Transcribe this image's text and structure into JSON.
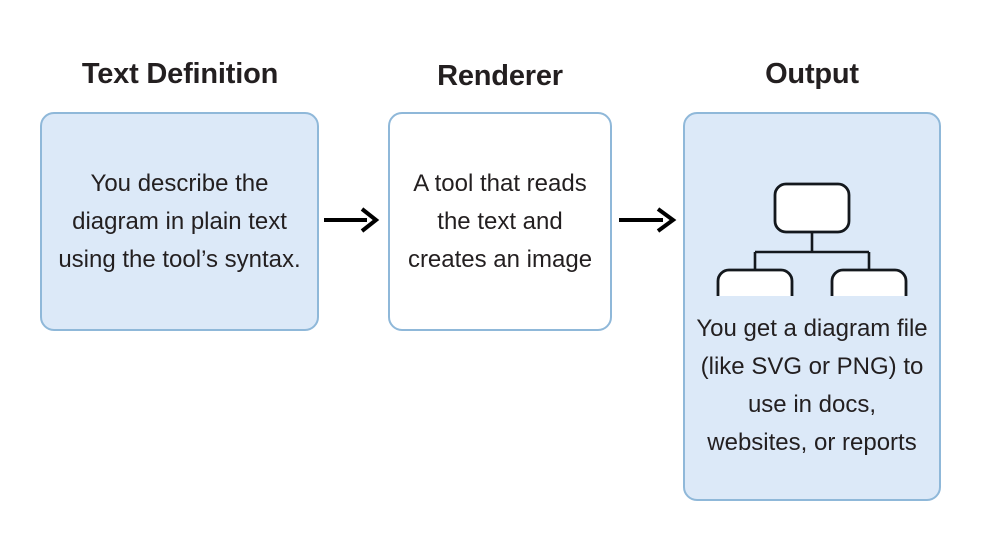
{
  "diagram": {
    "type": "flow",
    "background": "#ffffff",
    "accent_fill": "#dce9f8",
    "accent_border": "#8fb8d9",
    "text_color": "#231f20",
    "stages": [
      {
        "id": "text-definition",
        "title": "Text Definition",
        "body": "You describe the diagram in plain text using the tool’s syntax.",
        "fill": "filled"
      },
      {
        "id": "renderer",
        "title": "Renderer",
        "body": "A tool that reads the text and creates an image",
        "fill": "plain"
      },
      {
        "id": "output",
        "title": "Output",
        "body": "You get a diagram file (like SVG or PNG) to use in docs, websites, or reports",
        "fill": "filled",
        "illustration": "org-chart-icon"
      }
    ],
    "connectors": [
      {
        "id": "arrow-1",
        "from": "text-definition",
        "to": "renderer",
        "glyph": "arrow-right-icon"
      },
      {
        "id": "arrow-2",
        "from": "renderer",
        "to": "output",
        "glyph": "arrow-right-icon"
      }
    ]
  }
}
